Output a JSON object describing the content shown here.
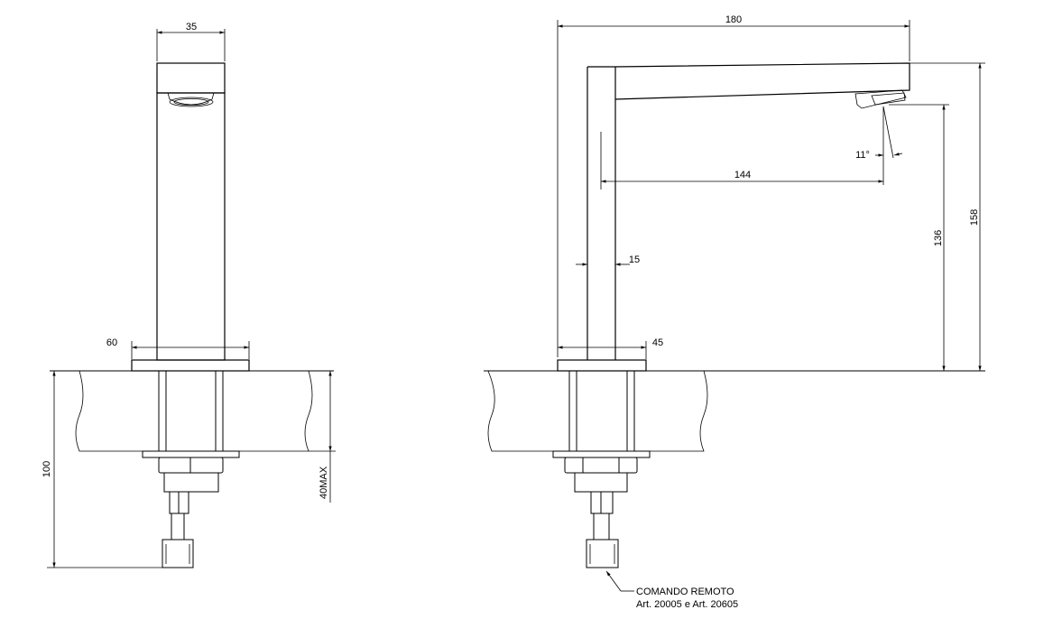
{
  "drawing": {
    "front_view": {
      "dim_top_width": "35",
      "dim_base_width": "60",
      "dim_total_below": "100",
      "dim_max_thickness": "40MAX"
    },
    "side_view": {
      "dim_overall_length": "180",
      "dim_spout_reach": "144",
      "dim_angle": "11°",
      "dim_column_width": "15",
      "dim_base_width": "45",
      "dim_outlet_height": "136",
      "dim_total_height": "158"
    },
    "note": {
      "line1": "COMANDO REMOTO",
      "line2": "Art. 20005 e Art. 20605"
    }
  }
}
